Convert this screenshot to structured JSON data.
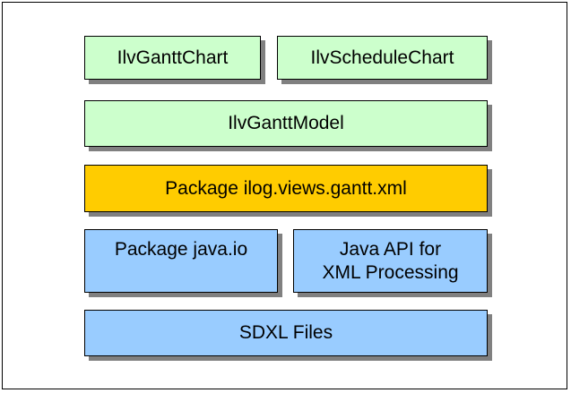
{
  "diagram": {
    "boxes": [
      {
        "id": "ganttchart",
        "label": "IlvGanttChart"
      },
      {
        "id": "schedulechart",
        "label": "IlvScheduleChart"
      },
      {
        "id": "ganttmodel",
        "label": "IlvGanttModel"
      },
      {
        "id": "xmlpackage",
        "label": "Package ilog.views.gantt.xml"
      },
      {
        "id": "javaio",
        "label": "Package java.io"
      },
      {
        "id": "jaxp",
        "label": "Java API for\nXML Processing"
      },
      {
        "id": "sdxl",
        "label": "SDXL Files"
      }
    ],
    "colors": {
      "top_layer": "#ccffcc",
      "middle_layer": "#ffcc00",
      "bottom_layer": "#99ccff",
      "shadow": "#808080",
      "border": "#000000"
    }
  }
}
